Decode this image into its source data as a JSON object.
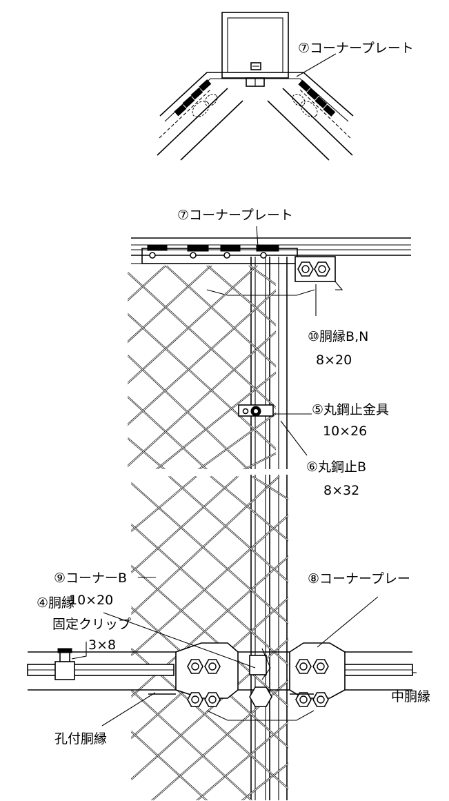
{
  "labels": {
    "top_corner_plate": "⑦コーナープレート",
    "mid_corner_plate": "⑦コーナープレート",
    "bolt_10": "⑩胴縁B,N",
    "bolt_10_size": "8×20",
    "bracket_5": "⑤丸鋼止金具",
    "bracket_5_size": "10×26",
    "bolt_6": "⑥丸鋼止B",
    "bolt_6_size": "8×32",
    "bolt_9": "⑨コーナーB",
    "bolt_9_size": "10×20",
    "clip_4": "④胴縁",
    "clip_4_sub": "固定クリップ",
    "clip_4_size": "3×8",
    "plate_8": "⑧コーナープレー",
    "middle_rail": "中胴縁",
    "holed_rail": "孔付胴縁"
  },
  "colors": {
    "line": "#000000",
    "background": "#ffffff"
  }
}
